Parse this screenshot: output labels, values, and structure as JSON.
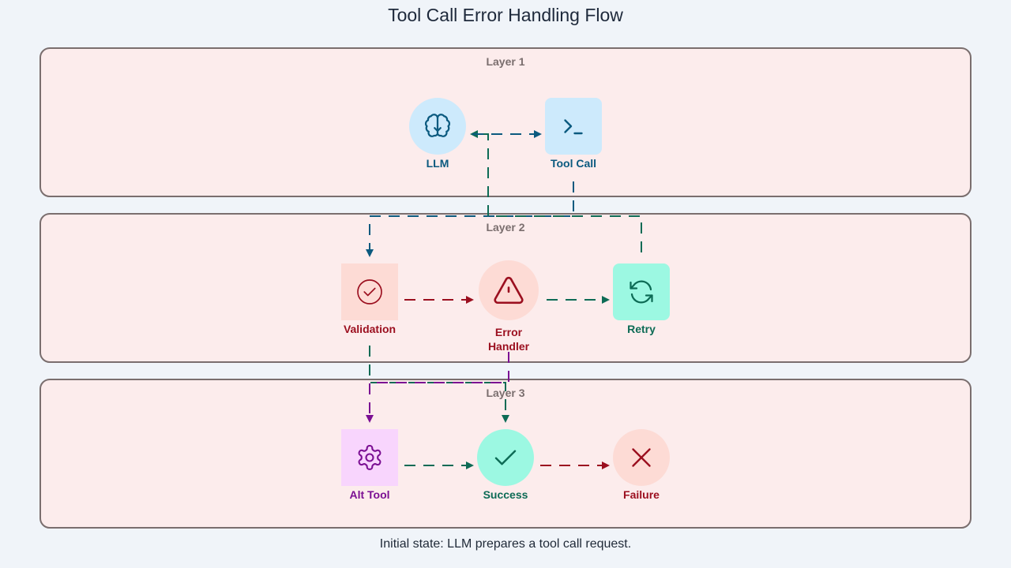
{
  "title": "Tool Call Error Handling Flow",
  "caption": "Initial state: LLM prepares a tool call request.",
  "layers": [
    {
      "label": "Layer 1"
    },
    {
      "label": "Layer 2"
    },
    {
      "label": "Layer 3"
    }
  ],
  "colors": {
    "blue": "#0b5a7f",
    "green": "#0d6b55",
    "red": "#9b0f1f",
    "purple": "#7b0f93",
    "layer_fill": "#fcecec",
    "layer_border": "#7a6e6e"
  },
  "nodes": {
    "llm": {
      "label": "LLM",
      "icon": "brain-icon",
      "fill": "#cdeafc",
      "color": "#0b5a7f"
    },
    "tool_call": {
      "label": "Tool Call",
      "icon": "terminal-icon",
      "fill": "#cdeafc",
      "color": "#0b5a7f"
    },
    "validation": {
      "label": "Validation",
      "icon": "check-circle-icon",
      "fill": "#fddbd5",
      "color": "#9b0f1f"
    },
    "error_handler": {
      "label": "Error Handler",
      "label_line1": "Error",
      "label_line2": "Handler",
      "icon": "warning-triangle-icon",
      "fill": "#fddbd5",
      "color": "#9b0f1f"
    },
    "retry": {
      "label": "Retry",
      "icon": "refresh-icon",
      "fill": "#9cf8e2",
      "color": "#0d6b55"
    },
    "alt_tool": {
      "label": "Alt Tool",
      "icon": "gear-icon",
      "fill": "#f8d5fd",
      "color": "#7b0f93"
    },
    "success": {
      "label": "Success",
      "icon": "checkmark-icon",
      "fill": "#9cf8e2",
      "color": "#0d6b55"
    },
    "failure": {
      "label": "Failure",
      "icon": "x-icon",
      "fill": "#fddbd5",
      "color": "#9b0f1f"
    }
  },
  "edges": [
    {
      "from": "LLM",
      "to": "Tool Call",
      "color": "blue"
    },
    {
      "from": "Tool Call",
      "to": "Validation",
      "color": "blue"
    },
    {
      "from": "Retry",
      "to": "LLM",
      "color": "green"
    },
    {
      "from": "Validation",
      "to": "Error Handler",
      "color": "red"
    },
    {
      "from": "Error Handler",
      "to": "Retry",
      "color": "green"
    },
    {
      "from": "Validation",
      "to": "Success",
      "color": "green"
    },
    {
      "from": "Error Handler",
      "to": "Alt Tool",
      "color": "purple"
    },
    {
      "from": "Alt Tool",
      "to": "Success",
      "color": "green"
    },
    {
      "from": "Success",
      "to": "Failure",
      "color": "red"
    }
  ]
}
